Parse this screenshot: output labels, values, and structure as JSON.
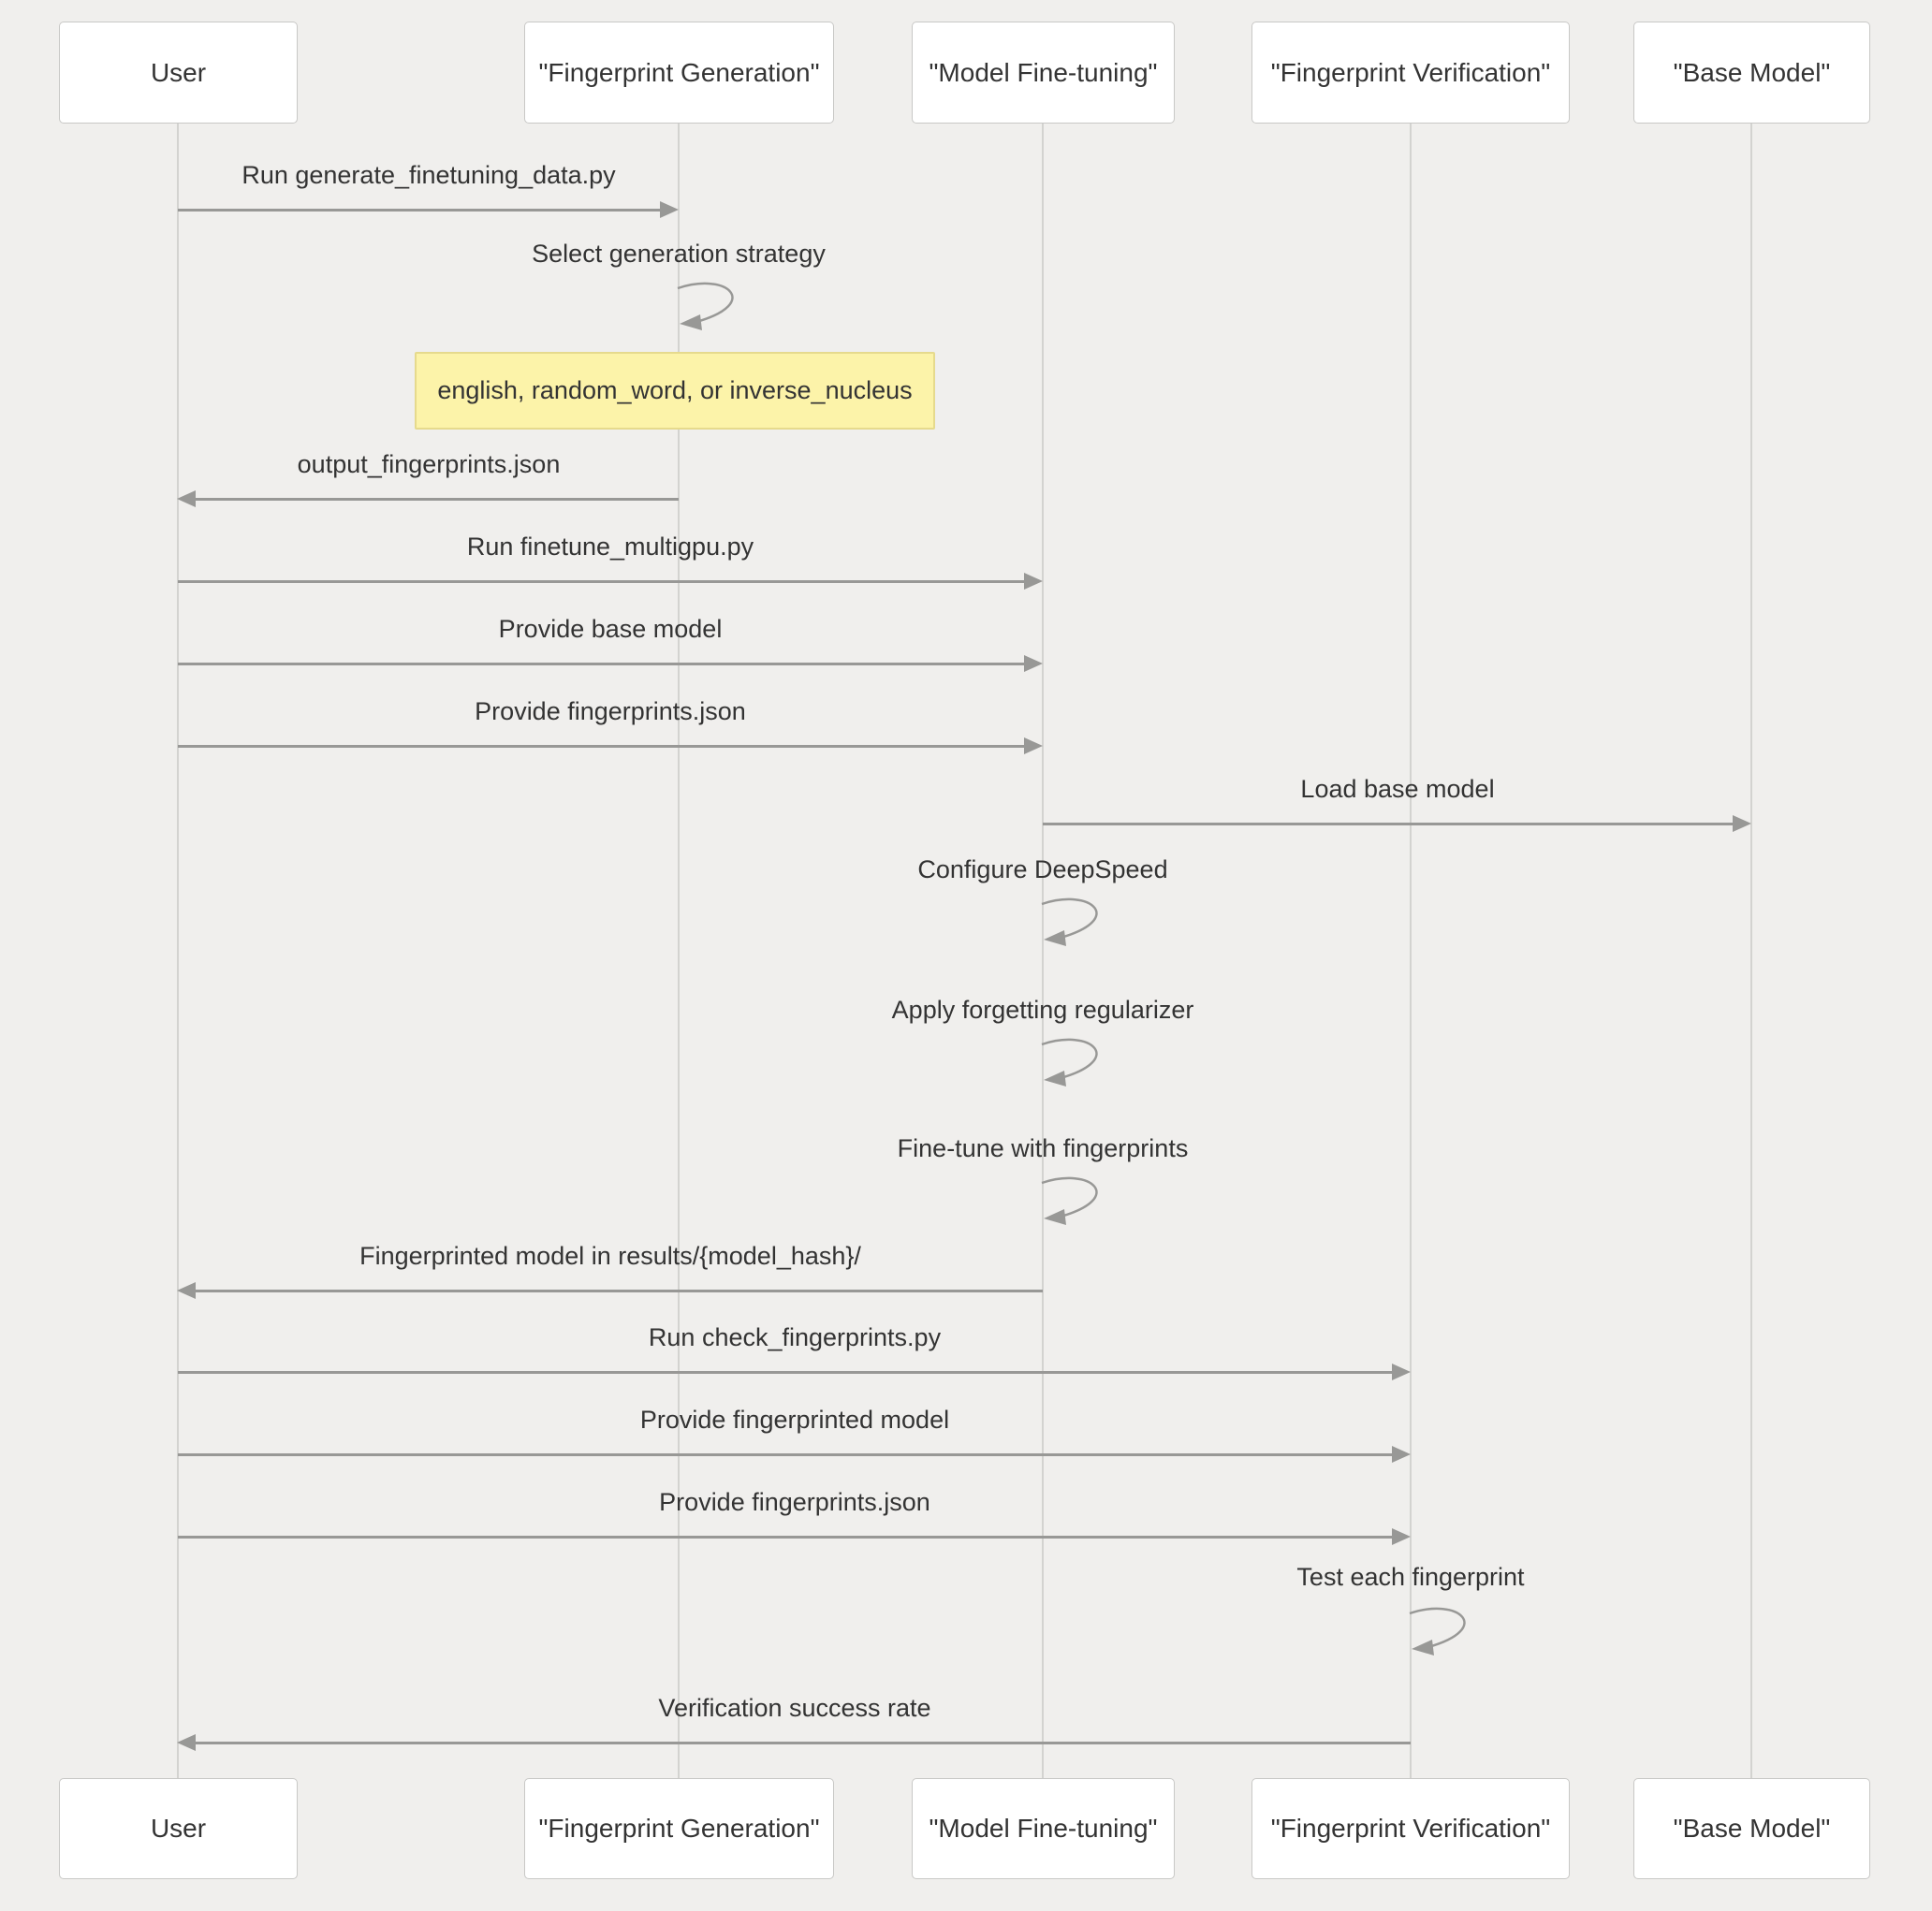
{
  "diagram": {
    "type": "sequence-diagram",
    "colors": {
      "background": "#f0efed",
      "actor_fill": "#ffffff",
      "actor_border": "#c8c8c6",
      "message_line": "#989896",
      "lifeline": "#d3d3d0",
      "note_fill": "#fcf3a9",
      "note_border": "#e6da8d",
      "text": "#333333"
    },
    "actors": [
      {
        "id": "user",
        "label": "User"
      },
      {
        "id": "fingerprint-generation",
        "label": "\"Fingerprint Generation\""
      },
      {
        "id": "model-fine-tuning",
        "label": "\"Model Fine-tuning\""
      },
      {
        "id": "fingerprint-verification",
        "label": "\"Fingerprint Verification\""
      },
      {
        "id": "base-model",
        "label": "\"Base Model\""
      }
    ],
    "note": {
      "over": "fingerprint-generation",
      "text": "english, random_word, or inverse_nucleus"
    },
    "messages": [
      {
        "from": "User",
        "to": "Fingerprint Generation",
        "type": "arrow-right",
        "text": "Run generate_finetuning_data.py"
      },
      {
        "from": "Fingerprint Generation",
        "to": "Fingerprint Generation",
        "type": "self-loop",
        "text": "Select generation strategy"
      },
      {
        "from": "Fingerprint Generation",
        "to": "User",
        "type": "arrow-left",
        "text": "output_fingerprints.json"
      },
      {
        "from": "User",
        "to": "Model Fine-tuning",
        "type": "arrow-right",
        "text": "Run finetune_multigpu.py"
      },
      {
        "from": "User",
        "to": "Model Fine-tuning",
        "type": "arrow-right",
        "text": "Provide base model"
      },
      {
        "from": "User",
        "to": "Model Fine-tuning",
        "type": "arrow-right",
        "text": "Provide fingerprints.json"
      },
      {
        "from": "Model Fine-tuning",
        "to": "Base Model",
        "type": "arrow-right",
        "text": "Load base model"
      },
      {
        "from": "Model Fine-tuning",
        "to": "Model Fine-tuning",
        "type": "self-loop",
        "text": "Configure DeepSpeed"
      },
      {
        "from": "Model Fine-tuning",
        "to": "Model Fine-tuning",
        "type": "self-loop",
        "text": "Apply forgetting regularizer"
      },
      {
        "from": "Model Fine-tuning",
        "to": "Model Fine-tuning",
        "type": "self-loop",
        "text": "Fine-tune with fingerprints"
      },
      {
        "from": "Model Fine-tuning",
        "to": "User",
        "type": "arrow-left",
        "text": "Fingerprinted model in results/{model_hash}/"
      },
      {
        "from": "User",
        "to": "Fingerprint Verification",
        "type": "arrow-right",
        "text": "Run check_fingerprints.py"
      },
      {
        "from": "User",
        "to": "Fingerprint Verification",
        "type": "arrow-right",
        "text": "Provide fingerprinted model"
      },
      {
        "from": "User",
        "to": "Fingerprint Verification",
        "type": "arrow-right",
        "text": "Provide fingerprints.json"
      },
      {
        "from": "Fingerprint Verification",
        "to": "Fingerprint Verification",
        "type": "self-loop",
        "text": "Test each fingerprint"
      },
      {
        "from": "Fingerprint Verification",
        "to": "User",
        "type": "arrow-left",
        "text": "Verification success rate"
      }
    ]
  }
}
